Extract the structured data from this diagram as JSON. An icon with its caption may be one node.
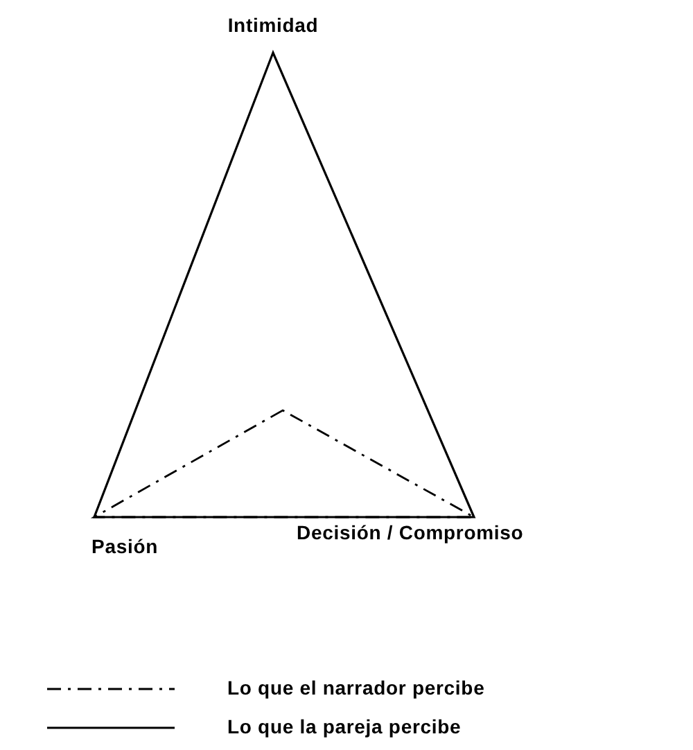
{
  "diagram": {
    "labels": [
      "Intimidad",
      "Pasión",
      "Decisión / Compromiso"
    ],
    "legend": [
      {
        "text": "Lo que el narrador percibe"
      },
      {
        "text": "Lo que la pareja percibe"
      }
    ]
  }
}
